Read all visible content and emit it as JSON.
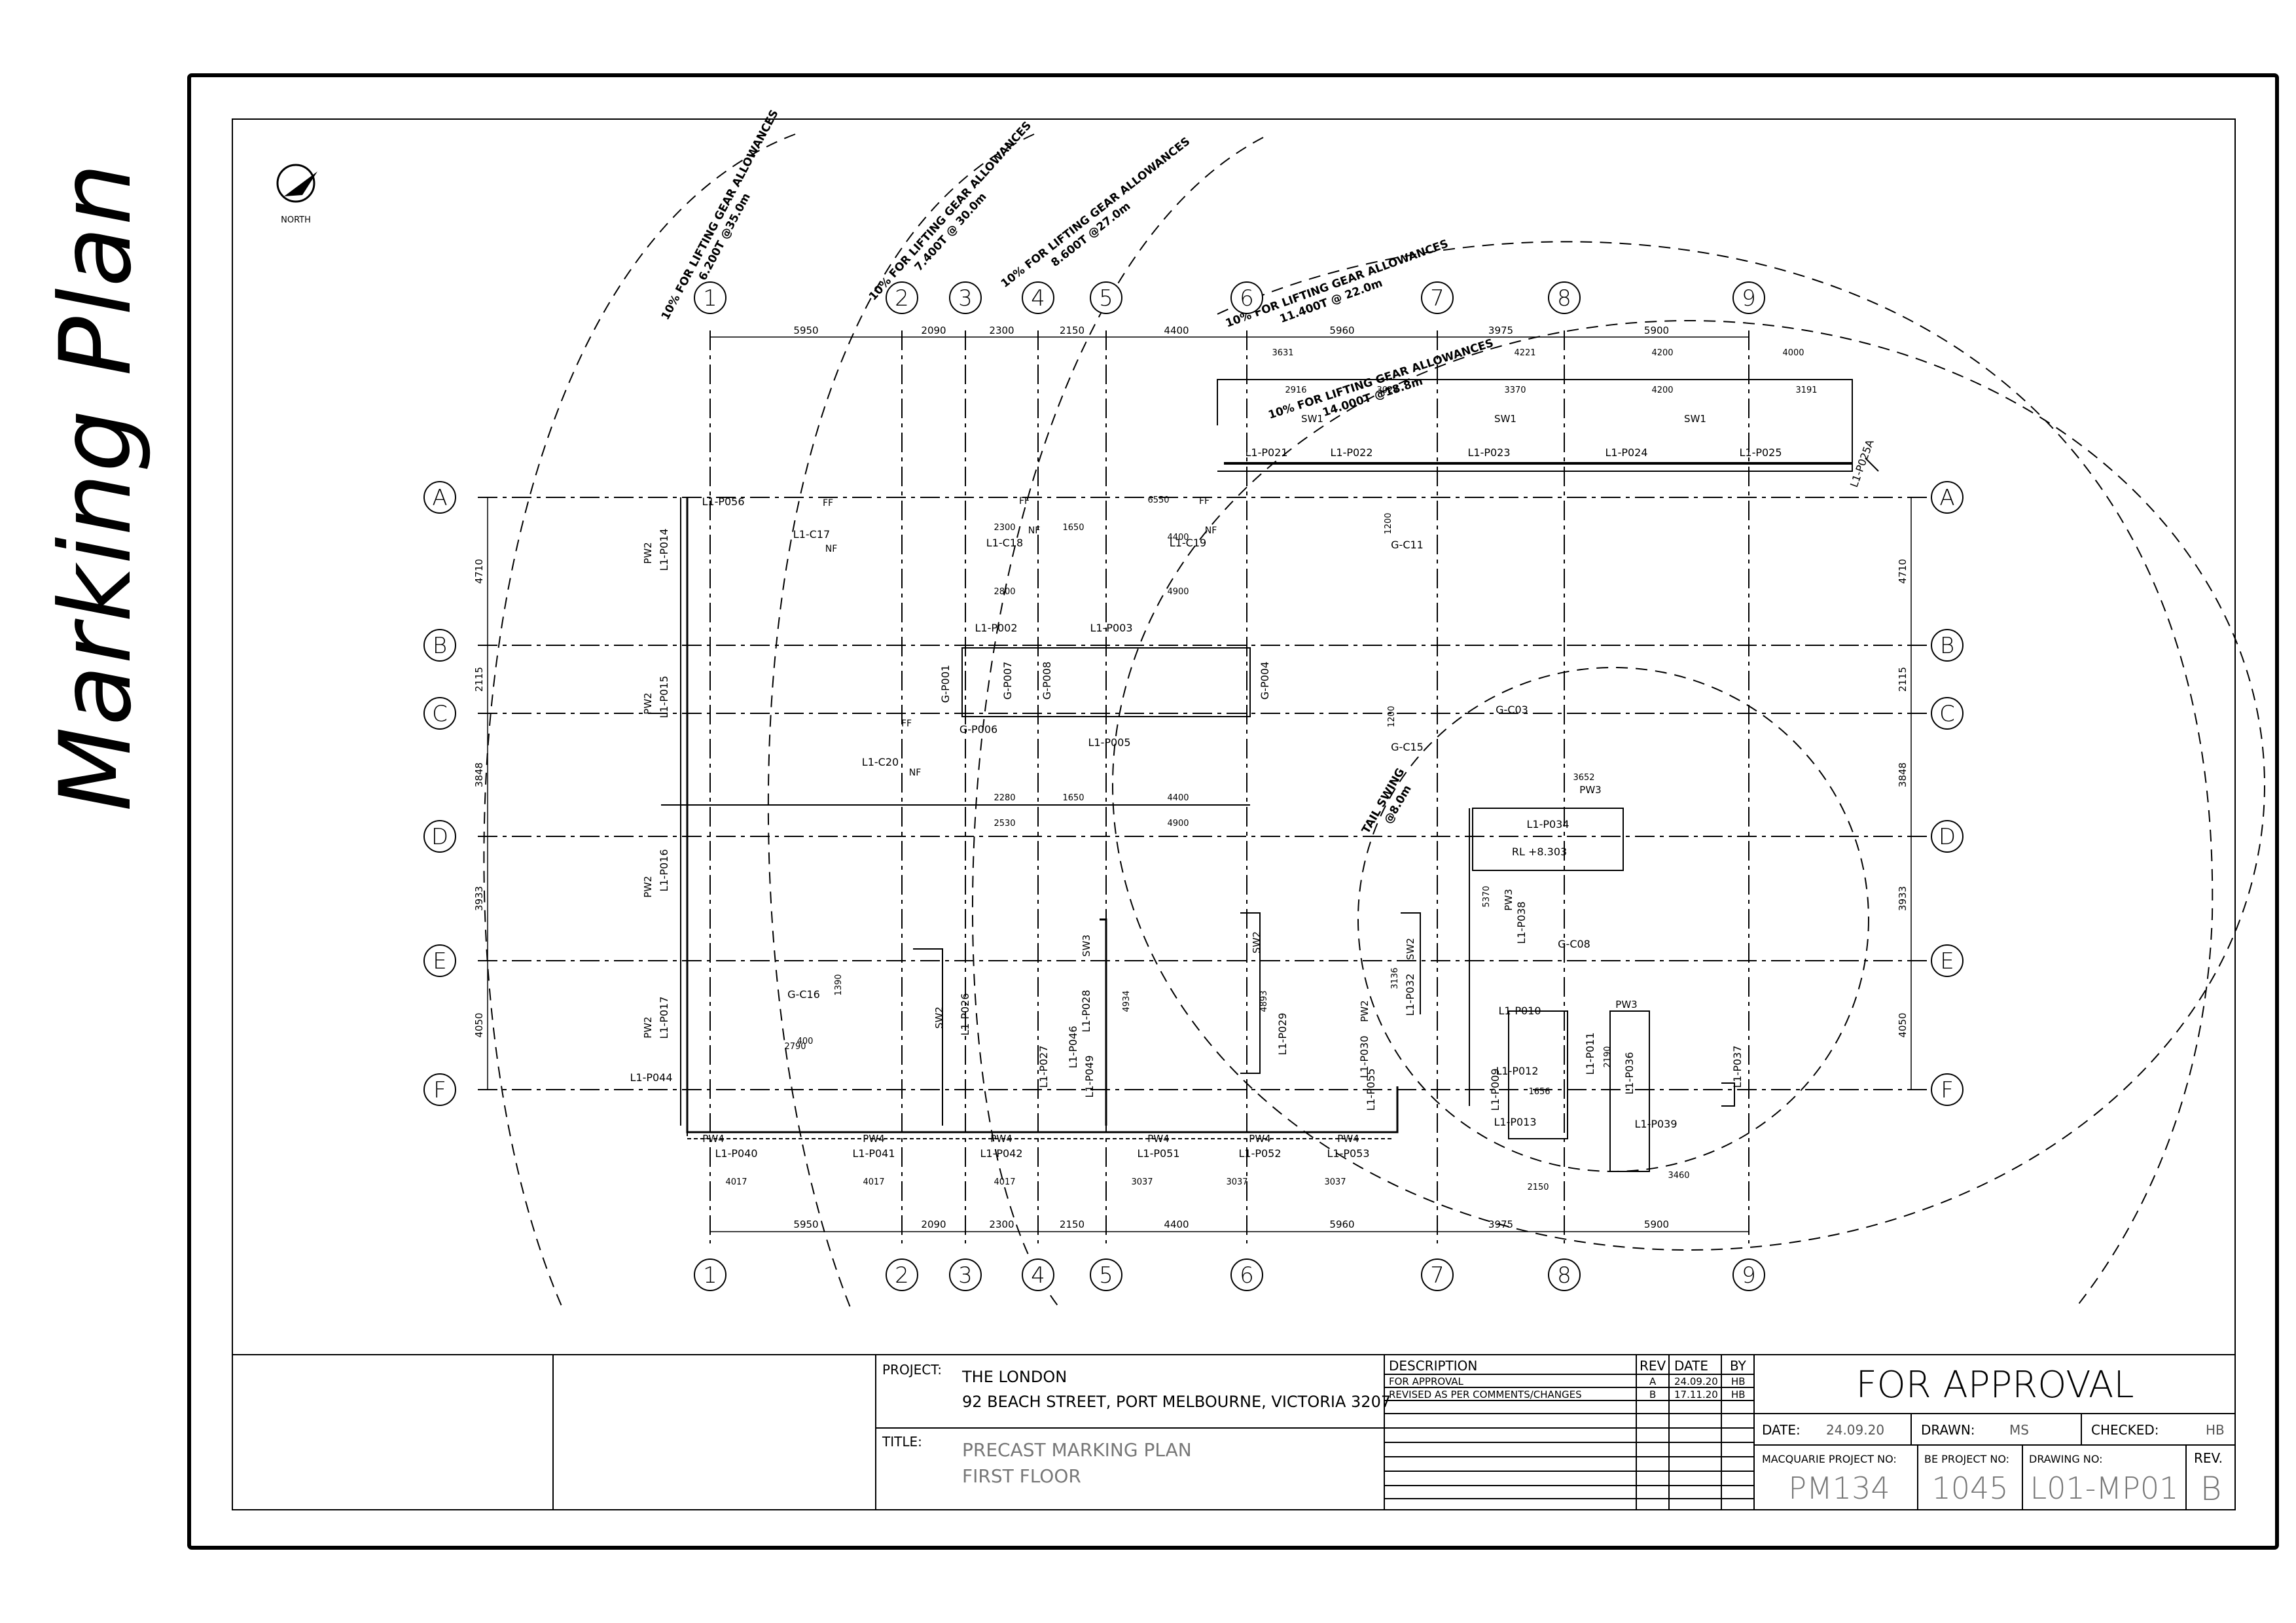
{
  "sheet_title": "Marking Plan",
  "north_label": "NORTH",
  "grid": {
    "columns": [
      "1",
      "2",
      "3",
      "4",
      "5",
      "6",
      "7",
      "8",
      "9"
    ],
    "rows": [
      "A",
      "B",
      "C",
      "D",
      "E",
      "F"
    ],
    "col_spacings_top": [
      "5950",
      "2090",
      "2300",
      "2150",
      "4400",
      "5960",
      "3975",
      "5900"
    ],
    "col_spacings_bottom": [
      "5950",
      "2090",
      "2300",
      "2150",
      "4400",
      "5960",
      "3975",
      "5900"
    ],
    "row_spacings_left": [
      "4710",
      "2115",
      "3848",
      "3933",
      "4050"
    ],
    "row_spacings_right": [
      "4710",
      "2115",
      "3848",
      "3933",
      "4050"
    ]
  },
  "crane_notes": [
    {
      "line1": "10% FOR LIFTING GEAR ALLOWANCES",
      "line2": "6.200T @35.0m"
    },
    {
      "line1": "10% FOR LIFTING GEAR ALLOWANCES",
      "line2": "7.400T @ 30.0m"
    },
    {
      "line1": "10% FOR LIFTING GEAR ALLOWANCES",
      "line2": "8.600T @27.0m"
    },
    {
      "line1": "10% FOR LIFTING GEAR ALLOWANCES",
      "line2": "11.400T @ 22.0m"
    },
    {
      "line1": "10% FOR LIFTING GEAR ALLOWANCES",
      "line2": "14.000T @18.8m"
    }
  ],
  "tail_swing": {
    "line1": "TAIL SWING",
    "line2": "@8.0m"
  },
  "panels": [
    "L1-P014",
    "L1-P015",
    "L1-P016",
    "L1-P017",
    "L1-P044",
    "L1-P056",
    "L1-C17",
    "L1-C18",
    "L1-C19",
    "L1-P021",
    "L1-P022",
    "L1-P023",
    "L1-P024",
    "L1-P025",
    "L1-P025A",
    "G-C11",
    "L1-P002",
    "L1-P003",
    "G-P001",
    "G-P007",
    "G-P008",
    "G-P006",
    "G-P004",
    "L1-P005",
    "L1-C20",
    "G-C15",
    "G-C03",
    "L1-P034",
    "RL +8.303",
    "L1-P038",
    "G-C08",
    "L1-P010",
    "L1-P012",
    "L1-P009",
    "L1-P013",
    "L1-P011",
    "L1-P036",
    "L1-P037",
    "L1-P039",
    "L1-P032",
    "L1-P055",
    "L1-P030",
    "L1-P029",
    "L1-P028",
    "L1-P049",
    "L1-P046",
    "L1-P027",
    "L1-P026",
    "G-C16",
    "L1-P040",
    "L1-P041",
    "L1-P042",
    "L1-P051",
    "L1-P052",
    "L1-P053"
  ],
  "wall_types": [
    "PW2",
    "PW2",
    "PW2",
    "PW2",
    "SW1",
    "SW1",
    "SW1",
    "SW2",
    "SW3",
    "SW2",
    "SW2",
    "PW2",
    "PW3",
    "PW3",
    "PW3",
    "PW4",
    "PW4",
    "PW4",
    "PW4",
    "PW4",
    "PW4"
  ],
  "dims_misc": [
    "3631",
    "2916",
    "3024",
    "4221",
    "3370",
    "4200",
    "4200",
    "4000",
    "3191",
    "2800",
    "2300",
    "1650",
    "6550",
    "4400",
    "4900",
    "2280",
    "1650",
    "4400",
    "2530",
    "4900",
    "4017",
    "4017",
    "4017",
    "3037",
    "3037",
    "3037",
    "2150",
    "3460",
    "3652",
    "2790",
    "5370",
    "1390",
    "4934",
    "4893",
    "3136",
    "1656",
    "2190",
    "1200",
    "1200",
    "400"
  ],
  "notes": [
    "FF",
    "NF",
    "FF",
    "NF",
    "FF",
    "NF",
    "FF",
    "NF"
  ],
  "title_block": {
    "project_label": "PROJECT:",
    "project_line1": "THE LONDON",
    "project_line2": "92 BEACH STREET, PORT MELBOURNE, VICTORIA 3207",
    "title_label": "TITLE:",
    "title_line1": "PRECAST MARKING PLAN",
    "title_line2": "FIRST FLOOR",
    "rev_headers": {
      "description": "DESCRIPTION",
      "rev": "REV",
      "date": "DATE",
      "by": "BY"
    },
    "revisions": [
      {
        "description": "FOR APPROVAL",
        "rev": "A",
        "date": "24.09.20",
        "by": "HB"
      },
      {
        "description": "REVISED AS PER COMMENTS/CHANGES",
        "rev": "B",
        "date": "17.11.20",
        "by": "HB"
      }
    ],
    "status": "FOR APPROVAL",
    "date_label": "DATE:",
    "date_value": "24.09.20",
    "drawn_label": "DRAWN:",
    "drawn_value": "MS",
    "checked_label": "CHECKED:",
    "checked_value": "HB",
    "macquarie_label": "MACQUARIE PROJECT NO:",
    "macquarie_value": "PM134",
    "be_label": "BE PROJECT NO:",
    "be_value": "1045",
    "drawing_label": "DRAWING NO:",
    "drawing_value": "L01-MP01",
    "rev_label": "REV.",
    "rev_value": "B"
  }
}
